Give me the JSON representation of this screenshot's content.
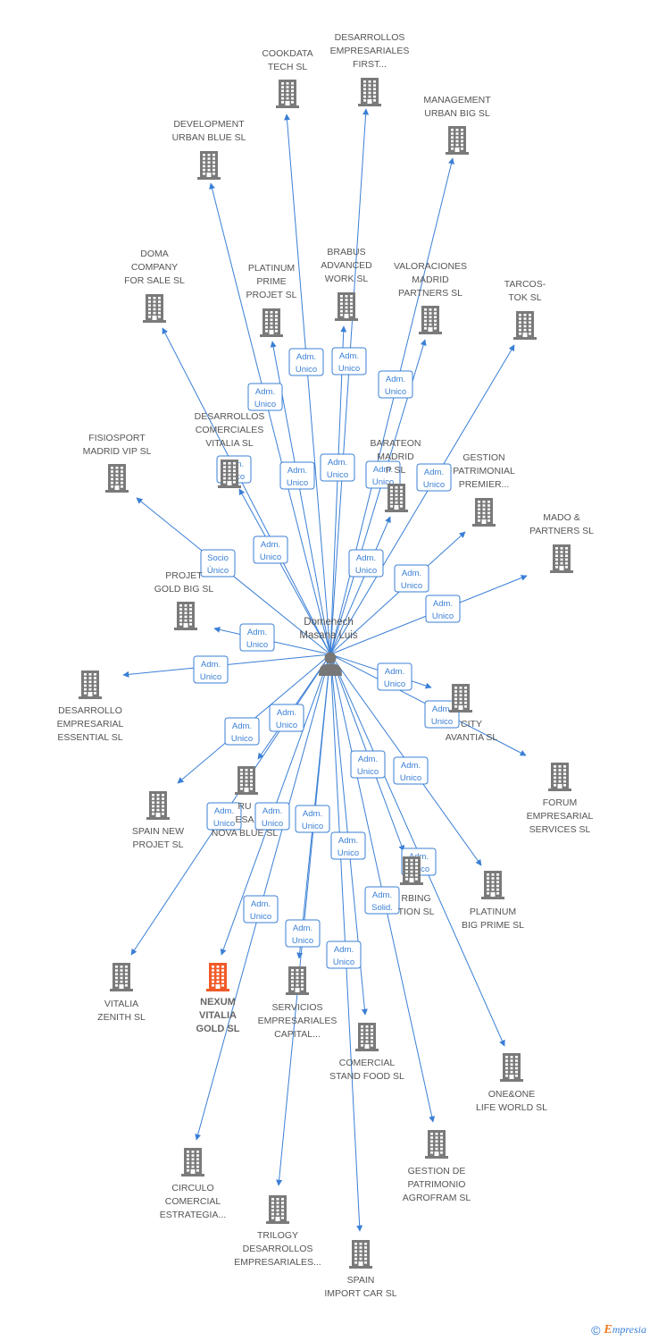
{
  "center": {
    "label": [
      "Domenech",
      "Masana Luis"
    ]
  },
  "colors": {
    "edge": "#3a7fd5",
    "building": "#7a7a7a",
    "highlight": "#f05a28"
  },
  "nodes": [
    {
      "id": "cookdata",
      "label": [
        "COOKDATA",
        "TECH  SL"
      ]
    },
    {
      "id": "desarrollos-first",
      "label": [
        "DESARROLLOS",
        "EMPRESARIALES",
        "FIRST..."
      ]
    },
    {
      "id": "management-urban",
      "label": [
        "MANAGEMENT",
        "URBAN BIG  SL"
      ]
    },
    {
      "id": "development-urban",
      "label": [
        "DEVELOPMENT",
        "URBAN BLUE SL"
      ]
    },
    {
      "id": "doma",
      "label": [
        "DOMA",
        "COMPANY",
        "FOR SALE SL"
      ]
    },
    {
      "id": "platinum-prime",
      "label": [
        "PLATINUM",
        "PRIME",
        "PROJET  SL"
      ]
    },
    {
      "id": "brabus",
      "label": [
        "BRABUS",
        "ADVANCED",
        "WORK  SL"
      ]
    },
    {
      "id": "valoraciones",
      "label": [
        "VALORACIONES",
        "MADRID",
        "PARTNERS  SL"
      ]
    },
    {
      "id": "tarcos",
      "label": [
        "TARCOS-",
        "TOK  SL"
      ]
    },
    {
      "id": "desarrollos-vitalia",
      "label": [
        "DESARROLLOS",
        "COMERCIALES",
        "VITALIA  SL"
      ]
    },
    {
      "id": "fisiosport",
      "label": [
        "FISIOSPORT",
        "MADRID VIP  SL"
      ]
    },
    {
      "id": "barateon",
      "label": [
        "BARATEON",
        "MADRID",
        "P  SL"
      ]
    },
    {
      "id": "gestion-premier",
      "label": [
        "GESTION",
        "PATRIMONIAL",
        "PREMIER..."
      ]
    },
    {
      "id": "mado",
      "label": [
        "MADO &",
        "PARTNERS  SL"
      ]
    },
    {
      "id": "projet-gold",
      "label": [
        "PROJET",
        "GOLD BIG  SL"
      ]
    },
    {
      "id": "desarrollo-essential",
      "label": [
        "DESARROLLO",
        "EMPRESARIAL",
        "ESSENTIAL  SL"
      ]
    },
    {
      "id": "city-avantia",
      "label": [
        "CITY",
        "AVANTIA  SL"
      ]
    },
    {
      "id": "forum",
      "label": [
        "FORUM",
        "EMPRESARIAL",
        "SERVICES  SL"
      ]
    },
    {
      "id": "spain-new",
      "label": [
        "SPAIN NEW",
        "PROJET  SL"
      ]
    },
    {
      "id": "nova-blue",
      "label": [
        "RU",
        "ESA",
        "NOVA BLUE  SL"
      ]
    },
    {
      "id": "orbing",
      "label": [
        "RBING",
        "TION SL"
      ]
    },
    {
      "id": "platinum-big",
      "label": [
        "PLATINUM",
        "BIG PRIME  SL"
      ]
    },
    {
      "id": "vitalia-zenith",
      "label": [
        "VITALIA",
        "ZENITH  SL"
      ]
    },
    {
      "id": "nexum",
      "label": [
        "NEXUM",
        "VITALIA",
        "GOLD  SL"
      ]
    },
    {
      "id": "servicios-capital",
      "label": [
        "SERVICIOS",
        "EMPRESARIALES",
        "CAPITAL..."
      ]
    },
    {
      "id": "comercial-stand",
      "label": [
        "COMERCIAL",
        "STAND FOOD SL"
      ]
    },
    {
      "id": "one-one",
      "label": [
        "ONE&ONE",
        "LIFE WORLD  SL"
      ]
    },
    {
      "id": "circulo",
      "label": [
        "CIRCULO",
        "COMERCIAL",
        "ESTRATEGIA..."
      ]
    },
    {
      "id": "trilogy",
      "label": [
        "TRILOGY",
        "DESARROLLOS",
        "EMPRESARIALES..."
      ]
    },
    {
      "id": "spain-import",
      "label": [
        "SPAIN",
        "IMPORT CAR  SL"
      ]
    },
    {
      "id": "gestion-agrofram",
      "label": [
        "GESTION DE",
        "PATRIMONIO",
        "AGROFRAM  SL"
      ]
    }
  ],
  "edges": [
    {
      "target": "cookdata",
      "label": [
        "Adm.",
        "Unico"
      ]
    },
    {
      "target": "desarrollos-first",
      "label": [
        "Adm.",
        "Unico"
      ]
    },
    {
      "target": "management-urban",
      "label": [
        "Adm.",
        "Unico"
      ]
    },
    {
      "target": "development-urban",
      "label": [
        "Adm.",
        "Unico"
      ]
    },
    {
      "target": "doma",
      "label": [
        "Adm.",
        "Unico"
      ]
    },
    {
      "target": "platinum-prime",
      "label": [
        "Adm.",
        "Unico"
      ]
    },
    {
      "target": "brabus",
      "label": [
        "Adm.",
        "Unico"
      ]
    },
    {
      "target": "valoraciones",
      "label": [
        "Adm.",
        "Unico"
      ]
    },
    {
      "target": "tarcos",
      "label": [
        "Adm.",
        "Unico"
      ]
    },
    {
      "target": "desarrollos-vitalia",
      "label": [
        "Adm.",
        "Unico"
      ]
    },
    {
      "target": "fisiosport",
      "label": [
        "Socio",
        "Único"
      ]
    },
    {
      "target": "barateon",
      "label": [
        "Adm.",
        "Unico"
      ]
    },
    {
      "target": "gestion-premier",
      "label": [
        "Adm.",
        "Unico"
      ]
    },
    {
      "target": "mado",
      "label": [
        "Adm.",
        "Unico"
      ]
    },
    {
      "target": "projet-gold",
      "label": [
        "Adm.",
        "Unico"
      ]
    },
    {
      "target": "desarrollo-essential",
      "label": [
        "Adm.",
        "Unico"
      ]
    },
    {
      "target": "city-avantia",
      "label": [
        "Adm.",
        "Unico"
      ]
    },
    {
      "target": "forum",
      "label": [
        "Adm.",
        "Unico"
      ]
    },
    {
      "target": "spain-new",
      "label": [
        "Adm.",
        "Unico"
      ]
    },
    {
      "target": "nova-blue",
      "label": [
        "Adm.",
        "Unico"
      ]
    },
    {
      "target": "orbing",
      "label": [
        "Adm.",
        "Unico"
      ]
    },
    {
      "target": "platinum-big",
      "label": [
        "Adm.",
        "Unico"
      ]
    },
    {
      "target": "vitalia-zenith",
      "label": [
        "Adm.",
        "Unico"
      ]
    },
    {
      "target": "nexum",
      "label": [
        "Adm.",
        "Unico"
      ]
    },
    {
      "target": "servicios-capital",
      "label": [
        "Adm.",
        "Unico"
      ]
    },
    {
      "target": "comercial-stand",
      "label": [
        "Adm.",
        "Unico"
      ]
    },
    {
      "target": "one-one",
      "label": [
        "Adm.",
        "Unico"
      ]
    },
    {
      "target": "circulo",
      "label": [
        "Adm.",
        "Unico"
      ]
    },
    {
      "target": "trilogy",
      "label": [
        "Adm.",
        "Unico"
      ]
    },
    {
      "target": "spain-import",
      "label": [
        "Adm.",
        "Unico"
      ]
    },
    {
      "target": "gestion-agrofram",
      "label": [
        "Adm.",
        "Solid."
      ]
    }
  ],
  "highlight": "nexum",
  "footer": {
    "copyright": "©",
    "brand_initial": "E",
    "brand_rest": "mpresia"
  }
}
